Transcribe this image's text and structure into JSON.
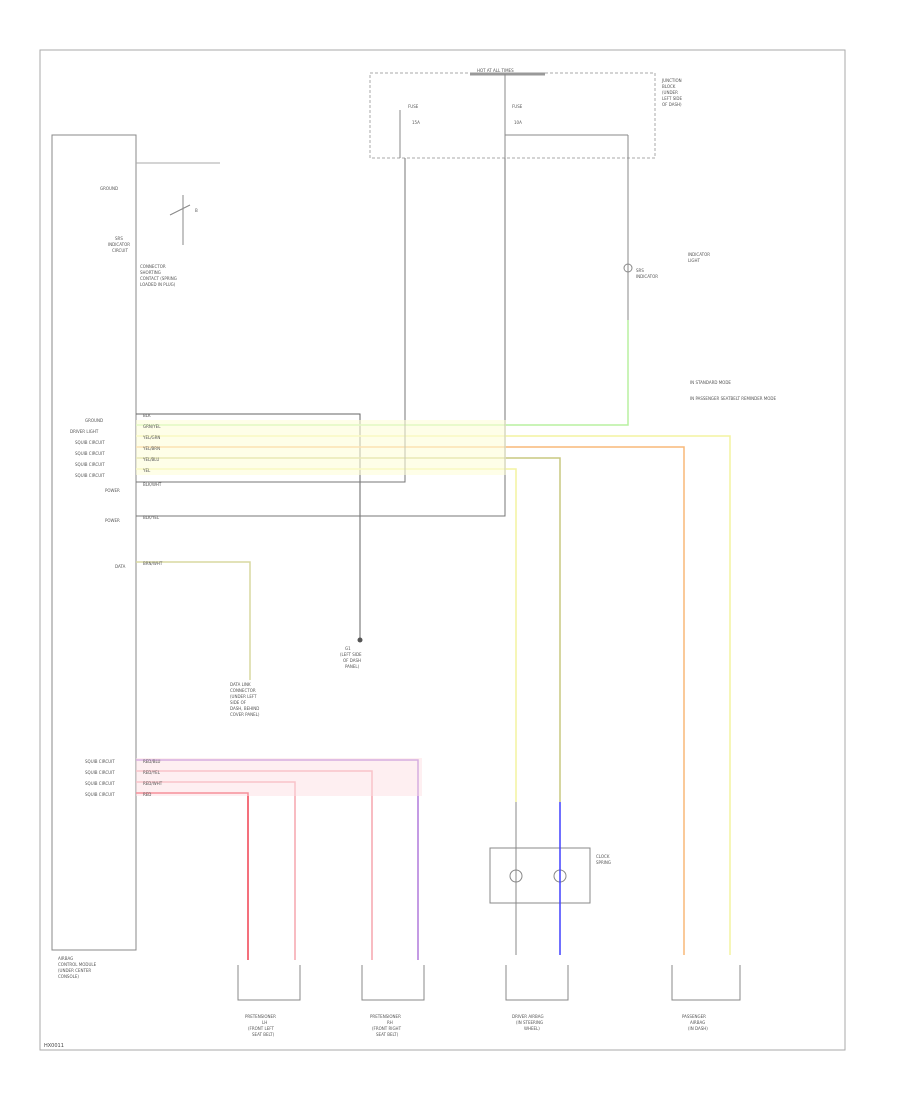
{
  "diagram": {
    "footer_code": "HX0011",
    "fuse_box_title": "HOT AT ALL TIMES",
    "fuse_box_side_note": [
      "JUNCTION",
      "BLOCK",
      "(UNDER",
      "LEFT SIDE",
      "OF DASH)"
    ],
    "fuse_a": {
      "name": "FUSE",
      "rating": "15A"
    },
    "fuse_b": {
      "name": "FUSE",
      "rating": "10A"
    },
    "module_title": [
      "AIRBAG",
      "CONTROL MODULE",
      "(UNDER CENTER",
      "CONSOLE)"
    ],
    "module_pins_top": [
      "GROUND",
      "SRS",
      "INDICATOR",
      "CIRCUIT"
    ],
    "module_connector_note": [
      "CONNECTOR",
      "SHORTING",
      "CONTACT (SPRING",
      "LOADED IN PLUG)"
    ],
    "module_side_labels_mid": [
      "GROUND",
      "DRIVER LIGHT",
      "SQUIB CIRCUIT",
      "SQUIB CIRCUIT",
      "SQUIB CIRCUIT",
      "SQUIB CIRCUIT",
      "POWER",
      "POWER"
    ],
    "module_side_labels_low": [
      "DATA"
    ],
    "module_side_labels_bottom": [
      "SQUIB CIRCUIT",
      "SQUIB CIRCUIT",
      "SQUIB CIRCUIT",
      "SQUIB CIRCUIT"
    ],
    "wire_codes_mid": [
      "BLK",
      "GRN/YEL",
      "YEL/GRN",
      "YEL/BRN",
      "YEL/BLU",
      "YEL",
      "BLK/WHT",
      "BLK/YEL"
    ],
    "wire_codes_bottom": [
      "RED/BLU",
      "RED/YEL",
      "RED/WHT",
      "RED"
    ],
    "data_wire": "BRN/WHT",
    "dlc_note": [
      "DATA LINK",
      "CONNECTOR",
      "(UNDER LEFT",
      "SIDE OF",
      "DASH, BEHIND",
      "COVER PANEL)"
    ],
    "ground_note": [
      "G1",
      "(LEFT SIDE",
      "OF DASH",
      "PANEL)"
    ],
    "indicator_note": [
      "INDICATOR",
      "LIGHT"
    ],
    "indicator_label": [
      "SRS",
      "INDICATOR"
    ],
    "legend": [
      "IN STANDARD MODE",
      "IN PASSENGER SEATBELT REMINDER MODE"
    ],
    "clock_spring": [
      "CLOCK",
      "SPRING"
    ],
    "bottom_components": [
      {
        "id": "pret-left",
        "lines": [
          "PRETENSIONER",
          "LH",
          "(FRONT LEFT",
          "SEAT BELT)"
        ]
      },
      {
        "id": "pret-right",
        "lines": [
          "PRETENSIONER",
          "RH",
          "(FRONT RIGHT",
          "SEAT BELT)"
        ]
      },
      {
        "id": "driver-airbag",
        "lines": [
          "DRIVER AIRBAG",
          "(IN STEERING",
          "WHEEL)"
        ]
      },
      {
        "id": "passenger-airbag",
        "lines": [
          "PASSENGER",
          "AIRBAG",
          "(IN DASH)"
        ]
      }
    ],
    "colors": {
      "frame": "#999999",
      "wire_black": "#666666",
      "wire_green": "#b8f0a0",
      "wire_yellow": "#f3f3a0",
      "wire_pink": "#f5a6ae",
      "wire_red": "#f04050",
      "wire_violet": "#b07adc",
      "wire_blue": "#4040ff",
      "wire_orange": "#f8b878",
      "wire_olive": "#c8c880"
    }
  }
}
